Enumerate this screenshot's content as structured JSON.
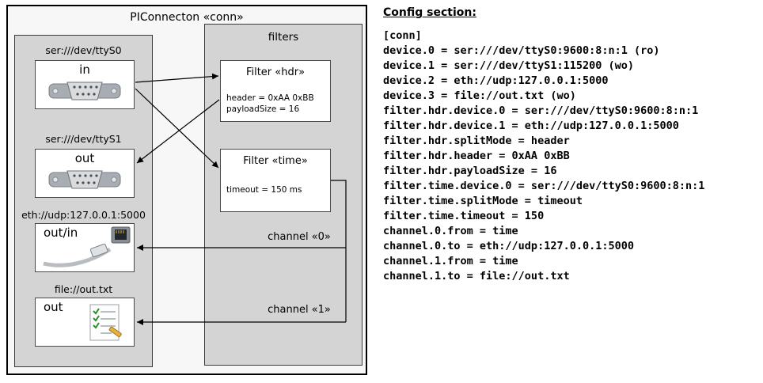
{
  "diagram": {
    "title": "PIConnecton «conn»",
    "devices": [
      {
        "label": "ser:///dev/ttyS0",
        "port": "in",
        "icon": "serial-connector-icon"
      },
      {
        "label": "ser:///dev/ttyS1",
        "port": "out",
        "icon": "serial-connector-icon"
      },
      {
        "label": "eth://udp:127.0.0.1:5000",
        "port": "out/in",
        "icon": "ethernet-connector-icon"
      },
      {
        "label": "file://out.txt",
        "port": "out",
        "icon": "checklist-document-icon"
      }
    ],
    "filters_panel": {
      "title": "filters",
      "filters": [
        {
          "title": "Filter «hdr»",
          "params": [
            "header = 0xAA 0xBB",
            "payloadSize = 16"
          ]
        },
        {
          "title": "Filter «time»",
          "params": [
            "timeout = 150 ms"
          ]
        }
      ],
      "channels": [
        {
          "label": "channel «0»"
        },
        {
          "label": "channel «1»"
        }
      ]
    }
  },
  "config": {
    "heading": "Config section:",
    "lines": [
      "[conn]",
      "device.0 = ser:///dev/ttyS0:9600:8:n:1 (ro)",
      "device.1 = ser:///dev/ttyS1:115200 (wo)",
      "device.2 = eth://udp:127.0.0.1:5000",
      "device.3 = file://out.txt (wo)",
      "filter.hdr.device.0 = ser:///dev/ttyS0:9600:8:n:1",
      "filter.hdr.device.1 = eth://udp:127.0.0.1:5000",
      "filter.hdr.splitMode = header",
      "filter.hdr.header = 0xAA 0xBB",
      "filter.hdr.payloadSize = 16",
      "filter.time.device.0 = ser:///dev/ttyS0:9600:8:n:1",
      "filter.time.splitMode = timeout",
      "filter.time.timeout = 150",
      "channel.0.from = time",
      "channel.0.to = eth://udp:127.0.0.1:5000",
      "channel.1.from = time",
      "channel.1.to = file://out.txt"
    ]
  },
  "colors": {
    "panel-gray": "#d4d4d4",
    "outer-bg": "#f7f7f7",
    "box-white": "#ffffff",
    "line-black": "#000000",
    "check-green": "#2e8b2e"
  }
}
